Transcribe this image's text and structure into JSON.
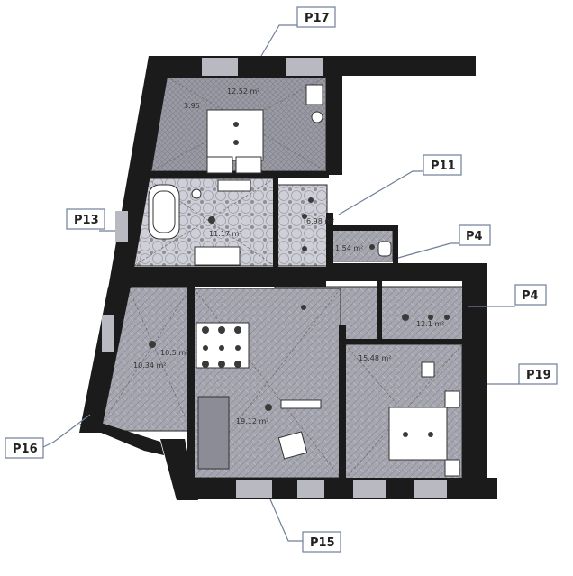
{
  "callouts": {
    "p17": "P17",
    "p11": "P11",
    "p13": "P13",
    "p4_top": "P4",
    "p4_mid": "P4",
    "p19": "P19",
    "p16": "P16",
    "p15": "P15"
  },
  "areas": {
    "bedroom_top": "12.52 m²",
    "bedroom_top_small": "3.95",
    "bathroom": "11.17 m²",
    "hall_small": "6.98 m²",
    "wc": "1.54 m²",
    "corridor": "12.1 m²",
    "left_room_a": "10.5 m²",
    "left_room_b": "10.34 m²",
    "living": "19.12 m²",
    "bedroom_right": "15.48 m²"
  },
  "colors": {
    "wall": "#1b1b1b",
    "floor_room": "#a9a9b3",
    "floor_tile": "#c9c9d3",
    "floor_dark": "#8f8f98",
    "callout_line": "#6f7f9a"
  }
}
